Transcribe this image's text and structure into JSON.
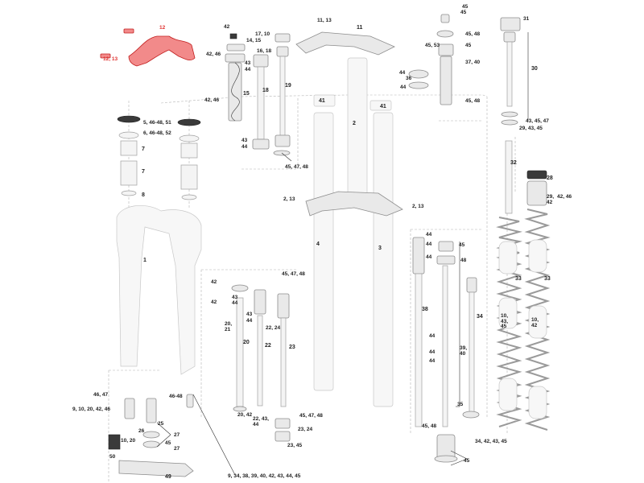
{
  "diagram": {
    "labels": [
      {
        "id": "l12",
        "text": "12",
        "color": "red"
      },
      {
        "id": "l12_13",
        "text": "12, 13",
        "color": "red"
      },
      {
        "id": "l42a",
        "text": "42"
      },
      {
        "id": "l14_15",
        "text": "14, 15"
      },
      {
        "id": "l17_10",
        "text": "17, 10"
      },
      {
        "id": "l42_46a",
        "text": "42, 46"
      },
      {
        "id": "l16_18",
        "text": "16, 18"
      },
      {
        "id": "l43a",
        "text": "43"
      },
      {
        "id": "l44a",
        "text": "44"
      },
      {
        "id": "l18",
        "text": "18"
      },
      {
        "id": "l19",
        "text": "19"
      },
      {
        "id": "l15",
        "text": "15"
      },
      {
        "id": "l42_46b",
        "text": "42, 46"
      },
      {
        "id": "l43b",
        "text": "43"
      },
      {
        "id": "l44b",
        "text": "44"
      },
      {
        "id": "l45_47_48a",
        "text": "45, 47, 48"
      },
      {
        "id": "l11_13",
        "text": "11, 13"
      },
      {
        "id": "l11",
        "text": "11"
      },
      {
        "id": "l45a",
        "text": "45"
      },
      {
        "id": "l45b",
        "text": "45"
      },
      {
        "id": "l45_48a",
        "text": "45, 48"
      },
      {
        "id": "l45_53",
        "text": "45, 53"
      },
      {
        "id": "l45c",
        "text": "45"
      },
      {
        "id": "l37_40",
        "text": "37, 40"
      },
      {
        "id": "l44c",
        "text": "44"
      },
      {
        "id": "l36",
        "text": "36"
      },
      {
        "id": "l44d",
        "text": "44"
      },
      {
        "id": "l45_48b",
        "text": "45, 48"
      },
      {
        "id": "l31",
        "text": "31"
      },
      {
        "id": "l30",
        "text": "30"
      },
      {
        "id": "l43_45_47",
        "text": "43, 45, 47"
      },
      {
        "id": "l29_43_45",
        "text": "29, 43, 45"
      },
      {
        "id": "l5",
        "text": "5, 46-48, 51"
      },
      {
        "id": "l6",
        "text": "6, 46-48, 52"
      },
      {
        "id": "l7a",
        "text": "7"
      },
      {
        "id": "l7b",
        "text": "7"
      },
      {
        "id": "l8",
        "text": "8"
      },
      {
        "id": "l1",
        "text": "1"
      },
      {
        "id": "l41a",
        "text": "41"
      },
      {
        "id": "l41b",
        "text": "41"
      },
      {
        "id": "l2",
        "text": "2"
      },
      {
        "id": "l2_13a",
        "text": "2, 13"
      },
      {
        "id": "l2_13b",
        "text": "2, 13"
      },
      {
        "id": "l4",
        "text": "4"
      },
      {
        "id": "l3",
        "text": "3"
      },
      {
        "id": "l32",
        "text": "32"
      },
      {
        "id": "l28",
        "text": "28"
      },
      {
        "id": "l29_42",
        "text": "29,\n42"
      },
      {
        "id": "l42_46c",
        "text": "42, 46"
      },
      {
        "id": "l33a",
        "text": "33"
      },
      {
        "id": "l33b",
        "text": "33"
      },
      {
        "id": "l10a",
        "text": "10,\n43,\n45"
      },
      {
        "id": "l10b",
        "text": "10,\n42"
      },
      {
        "id": "l44e",
        "text": "44"
      },
      {
        "id": "l44f",
        "text": "44"
      },
      {
        "id": "l45d",
        "text": "45"
      },
      {
        "id": "l48",
        "text": "48"
      },
      {
        "id": "l44g",
        "text": "44"
      },
      {
        "id": "l38",
        "text": "38"
      },
      {
        "id": "l34",
        "text": "34"
      },
      {
        "id": "l44h",
        "text": "44"
      },
      {
        "id": "l44i",
        "text": "44"
      },
      {
        "id": "l44j",
        "text": "44"
      },
      {
        "id": "l39_40",
        "text": "39,\n40"
      },
      {
        "id": "l35",
        "text": "35"
      },
      {
        "id": "l45_48c",
        "text": "45, 48"
      },
      {
        "id": "l45e",
        "text": "45"
      },
      {
        "id": "l34_42",
        "text": "34, 42, 43, 45"
      },
      {
        "id": "l42b",
        "text": "42"
      },
      {
        "id": "l43c",
        "text": "43"
      },
      {
        "id": "l44k",
        "text": "44"
      },
      {
        "id": "l42c",
        "text": "42"
      },
      {
        "id": "l20_21",
        "text": "20,\n21"
      },
      {
        "id": "l43d",
        "text": "43"
      },
      {
        "id": "l44l",
        "text": "44"
      },
      {
        "id": "l22_24",
        "text": "22, 24"
      },
      {
        "id": "l45_47_48b",
        "text": "45, 47, 48"
      },
      {
        "id": "l20",
        "text": "20"
      },
      {
        "id": "l22",
        "text": "22"
      },
      {
        "id": "l23",
        "text": "23"
      },
      {
        "id": "l46_47",
        "text": "46, 47"
      },
      {
        "id": "l9_10",
        "text": "9, 10, 20, 42, 46"
      },
      {
        "id": "l46_48",
        "text": "46-48"
      },
      {
        "id": "l26",
        "text": "26"
      },
      {
        "id": "l25",
        "text": "25"
      },
      {
        "id": "l27a",
        "text": "27"
      },
      {
        "id": "l10_20",
        "text": "10, 20"
      },
      {
        "id": "l45f",
        "text": "45"
      },
      {
        "id": "l27b",
        "text": "27"
      },
      {
        "id": "l20_42",
        "text": "20, 42"
      },
      {
        "id": "l22_43",
        "text": "22, 43,\n44"
      },
      {
        "id": "l45_47_48c",
        "text": "45, 47, 48"
      },
      {
        "id": "l23_24",
        "text": "23, 24"
      },
      {
        "id": "l23_45",
        "text": "23, 45"
      },
      {
        "id": "l50",
        "text": "50"
      },
      {
        "id": "l49",
        "text": "49"
      },
      {
        "id": "l9_34",
        "text": "9, 34, 38, 39, 40, 42, 43, 44, 45"
      }
    ]
  }
}
